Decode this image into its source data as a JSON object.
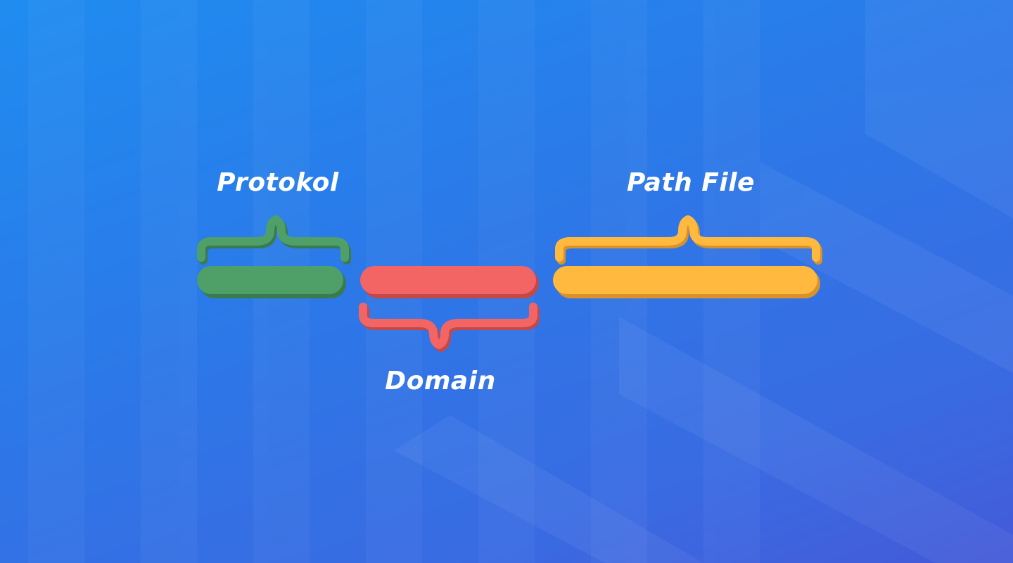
{
  "segments": [
    {
      "id": "protokol",
      "label": "Protokol",
      "color": "#4f9f69",
      "shadow": "#3a7a4f"
    },
    {
      "id": "domain",
      "label": "Domain",
      "color": "#f36565",
      "shadow": "#c44848"
    },
    {
      "id": "path",
      "label": "Path File",
      "color": "#ffb93e",
      "shadow": "#d9922a"
    }
  ]
}
